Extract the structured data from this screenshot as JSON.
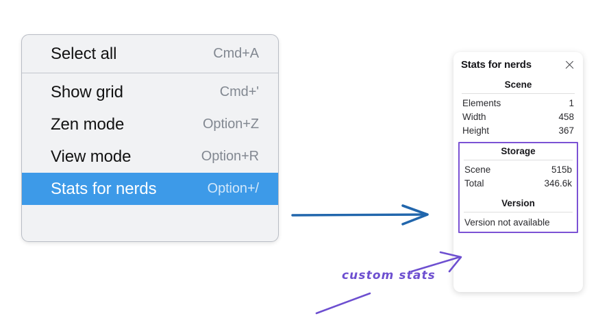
{
  "context_menu": {
    "groups": [
      {
        "items": [
          {
            "label": "Select all",
            "shortcut": "Cmd+A",
            "selected": false
          }
        ]
      },
      {
        "items": [
          {
            "label": "Show grid",
            "shortcut": "Cmd+'",
            "selected": false
          },
          {
            "label": "Zen mode",
            "shortcut": "Option+Z",
            "selected": false
          },
          {
            "label": "View mode",
            "shortcut": "Option+R",
            "selected": false
          },
          {
            "label": "Stats for nerds",
            "shortcut": "Option+/",
            "selected": true
          }
        ]
      }
    ],
    "highlight_color": "#3d9ae8"
  },
  "stats_panel": {
    "title": "Stats for nerds",
    "close_icon": "close-icon",
    "scene": {
      "heading": "Scene",
      "rows": [
        {
          "label": "Elements",
          "value": "1"
        },
        {
          "label": "Width",
          "value": "458"
        },
        {
          "label": "Height",
          "value": "367"
        }
      ]
    },
    "storage": {
      "heading": "Storage",
      "rows": [
        {
          "label": "Scene",
          "value": "515b"
        },
        {
          "label": "Total",
          "value": "346.6k"
        }
      ]
    },
    "version": {
      "heading": "Version",
      "text": "Version not available"
    },
    "highlight_box_color": "#7b52d4"
  },
  "annotations": {
    "blue_arrow_color": "#2166ac",
    "purple_color": "#6d4fd0",
    "custom_stats_label": "custom stats"
  }
}
